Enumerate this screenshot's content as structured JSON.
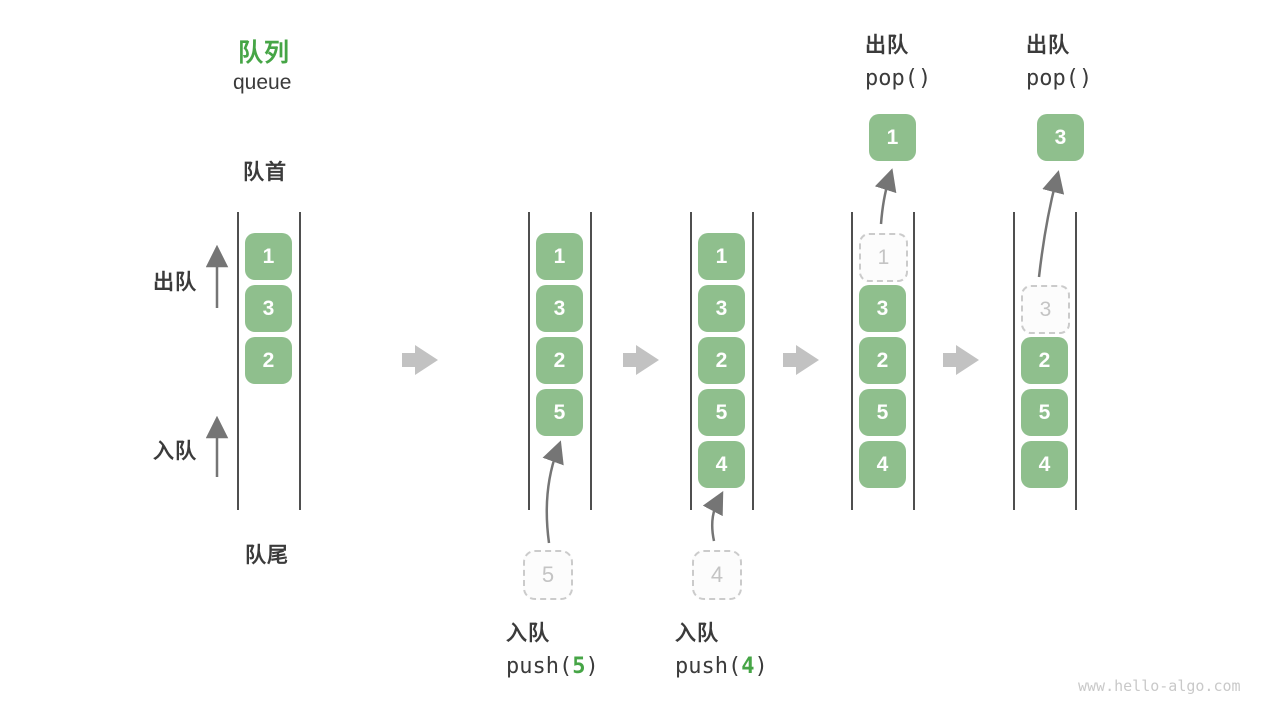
{
  "header": {
    "title_cn": "队列",
    "title_en": "queue"
  },
  "position_labels": {
    "front": "队首",
    "rear": "队尾"
  },
  "side_labels": {
    "dequeue": "出队",
    "enqueue": "入队"
  },
  "watermark": "www.hello-algo.com",
  "colors": {
    "accent_green": "#46a546",
    "box_green": "#8fbf8d",
    "text_dark": "#3b3b3b",
    "wall_gray": "#4f4f4f",
    "thin_arrow_gray": "#757575",
    "block_arrow_gray": "#c2c2c2",
    "ghost_border": "#cbcbcb",
    "ghost_text": "#c4c4c4",
    "ghost_fill": "#fcfcfc",
    "watermark_gray": "#c9c9c9"
  },
  "stages": [
    {
      "id": "initial",
      "boxes": [
        {
          "value": "1",
          "slot": 0,
          "dashed": false
        },
        {
          "value": "3",
          "slot": 1,
          "dashed": false
        },
        {
          "value": "2",
          "slot": 2,
          "dashed": false
        }
      ]
    },
    {
      "id": "after-push-5",
      "boxes": [
        {
          "value": "1",
          "slot": 0,
          "dashed": false
        },
        {
          "value": "3",
          "slot": 1,
          "dashed": false
        },
        {
          "value": "2",
          "slot": 2,
          "dashed": false
        },
        {
          "value": "5",
          "slot": 3,
          "dashed": false
        }
      ],
      "incoming_value": "5",
      "operation": {
        "label": "入队",
        "code_before": "push(",
        "arg": "5",
        "code_after": ")"
      }
    },
    {
      "id": "after-push-4",
      "boxes": [
        {
          "value": "1",
          "slot": 0,
          "dashed": false
        },
        {
          "value": "3",
          "slot": 1,
          "dashed": false
        },
        {
          "value": "2",
          "slot": 2,
          "dashed": false
        },
        {
          "value": "5",
          "slot": 3,
          "dashed": false
        },
        {
          "value": "4",
          "slot": 4,
          "dashed": false
        }
      ],
      "incoming_value": "4",
      "operation": {
        "label": "入队",
        "code_before": "push(",
        "arg": "4",
        "code_after": ")"
      }
    },
    {
      "id": "after-pop-1",
      "boxes": [
        {
          "value": "1",
          "slot": 0,
          "dashed": true
        },
        {
          "value": "3",
          "slot": 1,
          "dashed": false
        },
        {
          "value": "2",
          "slot": 2,
          "dashed": false
        },
        {
          "value": "5",
          "slot": 3,
          "dashed": false
        },
        {
          "value": "4",
          "slot": 4,
          "dashed": false
        }
      ],
      "popped_value": "1",
      "operation": {
        "label": "出队",
        "code_before": "pop(",
        "arg": "",
        "code_after": ")"
      }
    },
    {
      "id": "after-pop-3",
      "boxes": [
        {
          "value": "3",
          "slot": 1,
          "dashed": true
        },
        {
          "value": "2",
          "slot": 2,
          "dashed": false
        },
        {
          "value": "5",
          "slot": 3,
          "dashed": false
        },
        {
          "value": "4",
          "slot": 4,
          "dashed": false
        }
      ],
      "popped_value": "3",
      "operation": {
        "label": "出队",
        "code_before": "pop(",
        "arg": "",
        "code_after": ")"
      }
    }
  ]
}
